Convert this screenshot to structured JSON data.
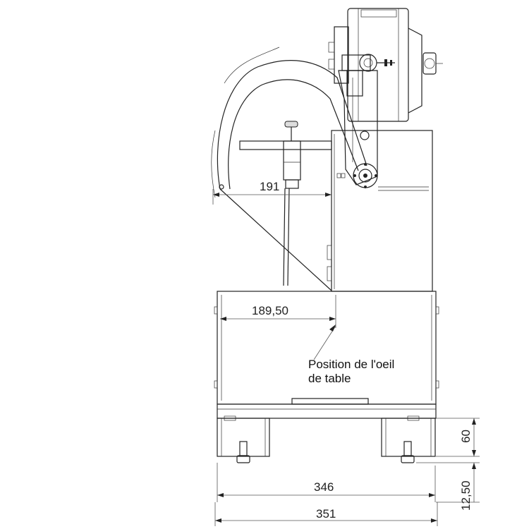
{
  "drawing": {
    "dimensions": {
      "arm_reach": "191",
      "table_eye_offset": "189,50",
      "foot_height": "60",
      "floor_clearance": "12,50",
      "base_width": "346",
      "overall_width": "351"
    },
    "annotation": {
      "line1": "Position de l'oeil",
      "line2": "de table"
    },
    "colors": {
      "line": "#222222",
      "background": "#ffffff"
    }
  }
}
